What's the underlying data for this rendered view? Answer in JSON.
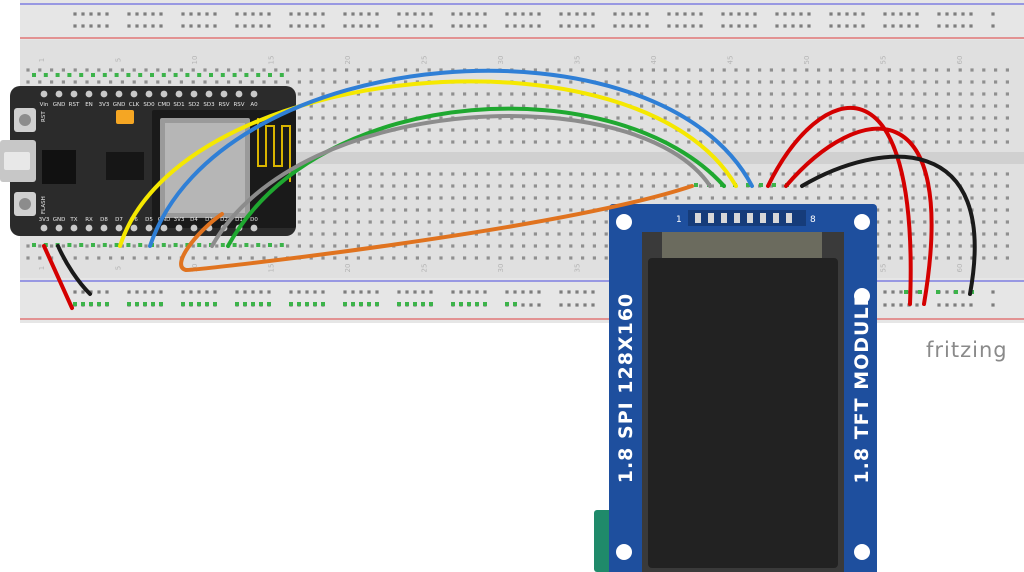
{
  "colors": {
    "wire_red": "#d40000",
    "wire_black": "#1a1a1a",
    "wire_yellow": "#f5e800",
    "wire_blue": "#2f7fd6",
    "wire_green": "#1fa830",
    "wire_gray": "#8c8c8c",
    "wire_orange": "#e0731f",
    "breadboard": "#e2e2e2",
    "rail_red": "#e06060",
    "rail_blue": "#6a6ae0",
    "tft_pcb": "#1e4f9e",
    "tft_screen": "#222222",
    "mcu_board": "#2b2b2b",
    "hole_green": "#3cb34a"
  },
  "breadboard": {
    "column_numbers": [
      "1",
      "5",
      "10",
      "15",
      "20",
      "25",
      "30",
      "35",
      "40",
      "45",
      "50",
      "55",
      "60"
    ]
  },
  "mcu": {
    "top_pins": [
      "Vin",
      "GND",
      "RST",
      "EN",
      "3V3",
      "GND",
      "CLK",
      "SD0",
      "CMD",
      "SD1",
      "SD2",
      "SD3",
      "RSV",
      "RSV",
      "A0"
    ],
    "bottom_pins": [
      "3V3",
      "GND",
      "TX",
      "RX",
      "D8",
      "D7",
      "D6",
      "D5",
      "GND",
      "3V3",
      "D4",
      "D3",
      "D2",
      "D1",
      "D0"
    ],
    "button_rst": "RST",
    "button_flash": "FLASH"
  },
  "tft": {
    "left_label": "1.8 SPI 128X160",
    "right_label": "1.8 TFT MODULE",
    "pin_first": "1",
    "pin_last": "8"
  },
  "brand": "fritzing"
}
